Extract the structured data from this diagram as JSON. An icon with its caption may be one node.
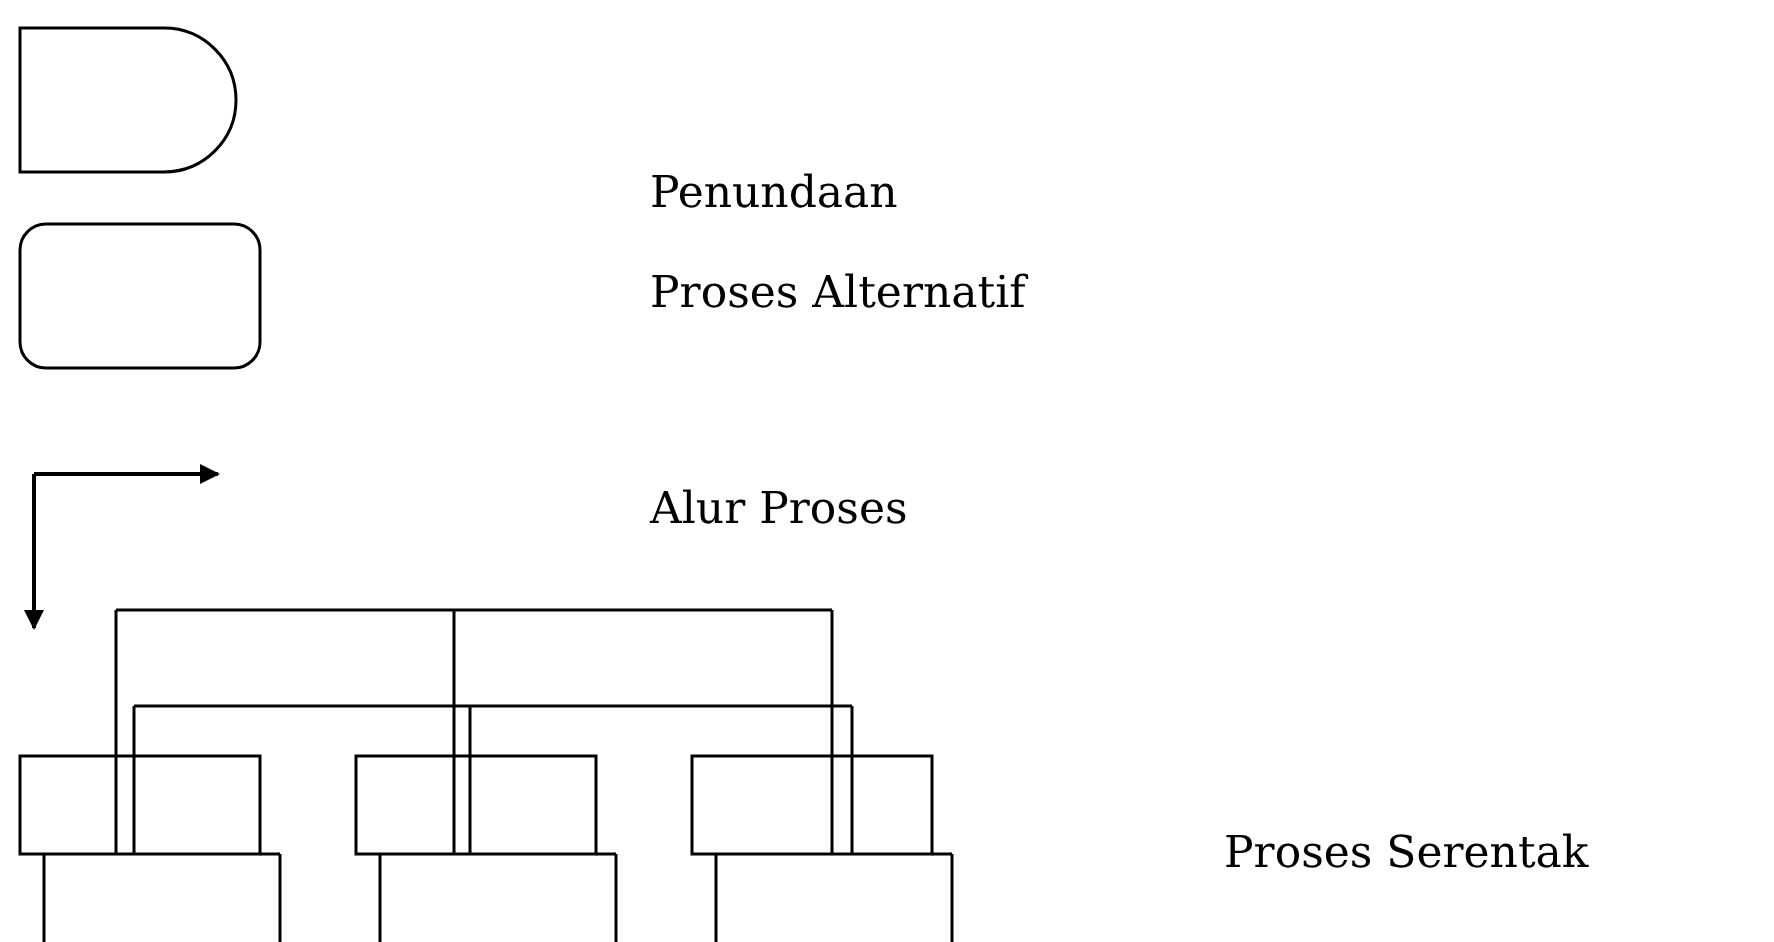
{
  "diagram": {
    "nodes": [
      {
        "text": [],
        "shape": "delay"
      },
      {
        "text": [],
        "shape": "box"
      }
    ],
    "legend": [
      {
        "text": "Penundaan"
      },
      {
        "text": "Proses Alternatif"
      },
      {
        "text": "Alur Proses"
      },
      {
        "text": "Proses Serentak"
      }
    ]
  }
}
